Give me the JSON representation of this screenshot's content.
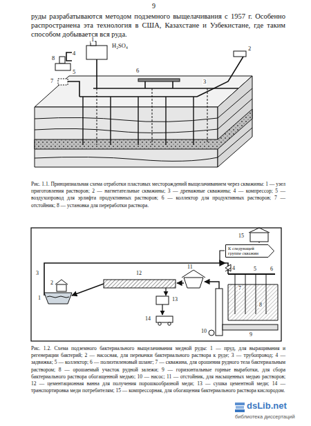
{
  "diagram": {
    "nodes": [
      {
        "text": [
          "К следующей группе скважин"
        ]
      }
    ],
    "labels": [
      "9",
      "руды разрабатываются методом подземного выщелачивания с 1957 г. Особенно распространена эта технология в США, Казахстане и Узбекистане, где таким способом добывается вся руда.",
      "H₂SO₄",
      "1",
      "8",
      "5",
      "7",
      "6",
      "4",
      "3",
      "2",
      "Рис. 1.1. Принципиальная схема отработки пластовых месторождений выщелачиванием через скважины: 1 — узел приготовления растворов; 2 — нагнетательные скважины; 3 — дренажные скважины; 4 — компрессор; 5 — воздухопровод для эрлифта продуктивных растворов; 6 — коллектор для продуктивных растворов; 7 — отстойник; 8 — установка для переработки раствора.",
      "15",
      "3",
      "1",
      "2",
      "12",
      "11",
      "4",
      "5",
      "6",
      "7",
      "13",
      "14",
      "8",
      "10",
      "9",
      "Рис. 1.2. Схема подземного бактериального выщелачивания медной руды: 1 — пруд, для выращивания и регенерации бактерий; 2 — насосная, для перекачки бактериального раствора к руде; 3 — трубопровод; 4 — задвижка; 5 — коллектор; 6 — полиэтиленовый шланг; 7 — скважина, для орошения рудного тела бактериальным раствором; 8 — орошаемый участок рудной залежи; 9 — горизонтальные горные выработки, для сбора бактериального раствора обогащенной медью; 10 — насос; 11 — отстойник, для насыщенных медью растворов; 12 — цементационная ванна для получения порошкообразной меди; 13 — сушка цементной меди; 14 — транспортировка меди потребителям; 15 — компрессорная, для обогащения бактериального раствора кислородом.",
      "dsLib.net",
      "библиотека диссертаций"
    ]
  }
}
